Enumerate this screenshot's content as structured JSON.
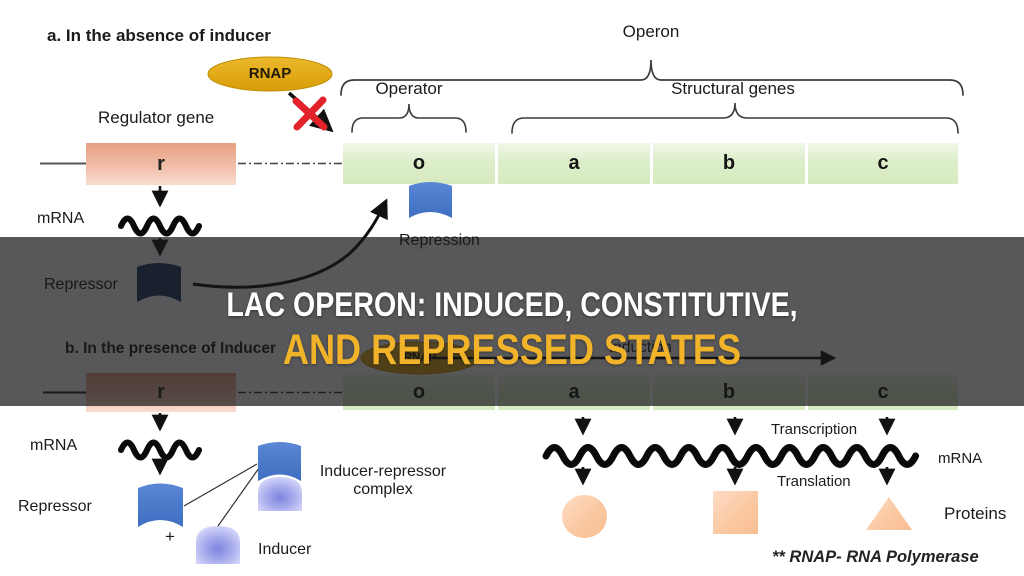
{
  "title": {
    "line1": "LAC OPERON: INDUCED, CONSTITUTIVE,",
    "line2": "AND REPRESSED STATES"
  },
  "section_a": {
    "heading": "a. In the absence of inducer",
    "operon_label": "Operon",
    "operator_label": "Operator",
    "structural_genes_label": "Structural genes",
    "regulator_gene_label": "Regulator gene",
    "r_label": "r",
    "rnap_label": "RNAP",
    "genes": [
      "o",
      "a",
      "b",
      "c"
    ],
    "mrna_label": "mRNA",
    "repressor_label": "Repressor",
    "repression_label": "Repression"
  },
  "section_b": {
    "heading": "b. In the presence of Inducer",
    "r_label": "r",
    "rnap_label": "RNAP",
    "genes": [
      "o",
      "a",
      "b",
      "c"
    ],
    "induction_label": "Induction",
    "mrna_label": "mRNA",
    "repressor_label": "Repressor",
    "plus_label": "+",
    "inducer_label": "Inducer",
    "complex_label_line1": "Inducer-repressor",
    "complex_label_line2": "complex",
    "transcription_label": "Transcription",
    "translation_label": "Translation",
    "mrna_right_label": "mRNA",
    "proteins_label": "Proteins",
    "footnote": "** RNAP- RNA Polymerase"
  },
  "colors": {
    "overlay_band": "rgba(24,23,27,0.72)",
    "title_white": "#ffffff",
    "title_orange": "#f1b32a",
    "gene_box_green": "#ddeeca",
    "regulator_box_salmon": "#eda98e",
    "rnap_yellow": "#e2a814",
    "repressor_navy": "#1e3a63",
    "repressor_blue": "#4b79ca",
    "inducer_lavender": "#aeb2ee",
    "protein_peach": "#fac79f",
    "cross_red": "#e2232b"
  }
}
